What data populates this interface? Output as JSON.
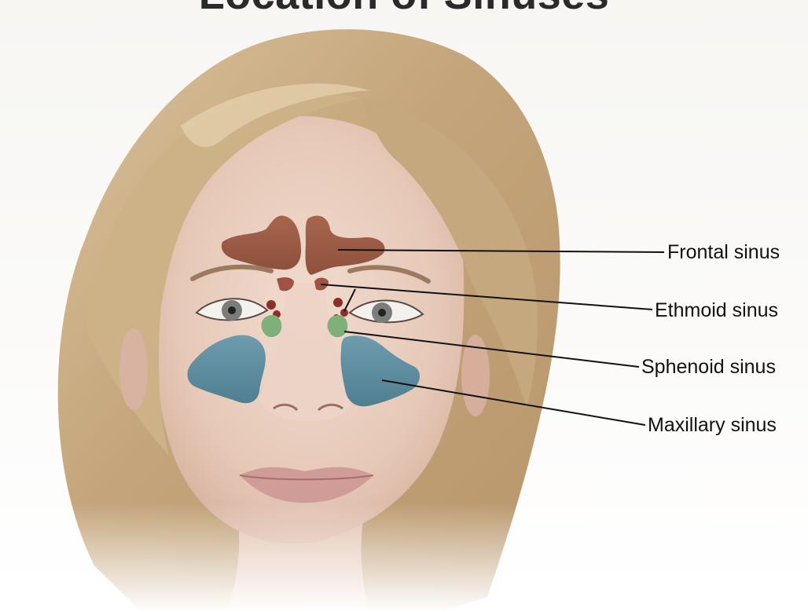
{
  "title": "Location of Sinuses",
  "labels": {
    "frontal": "Frontal sinus",
    "ethmoid": "Ethmoid sinus",
    "sphenoid": "Sphenoid sinus",
    "maxillary": "Maxillary sinus"
  },
  "colors": {
    "frontal_sinus": "#9a5a44",
    "ethmoid_sinus": "#8c2e2a",
    "sphenoid_sinus": "#7fb07a",
    "maxillary_sinus": "#5f8fa0",
    "leader_line": "#111111",
    "hair": "#c9b08a",
    "skin": "#e9cfc0"
  }
}
